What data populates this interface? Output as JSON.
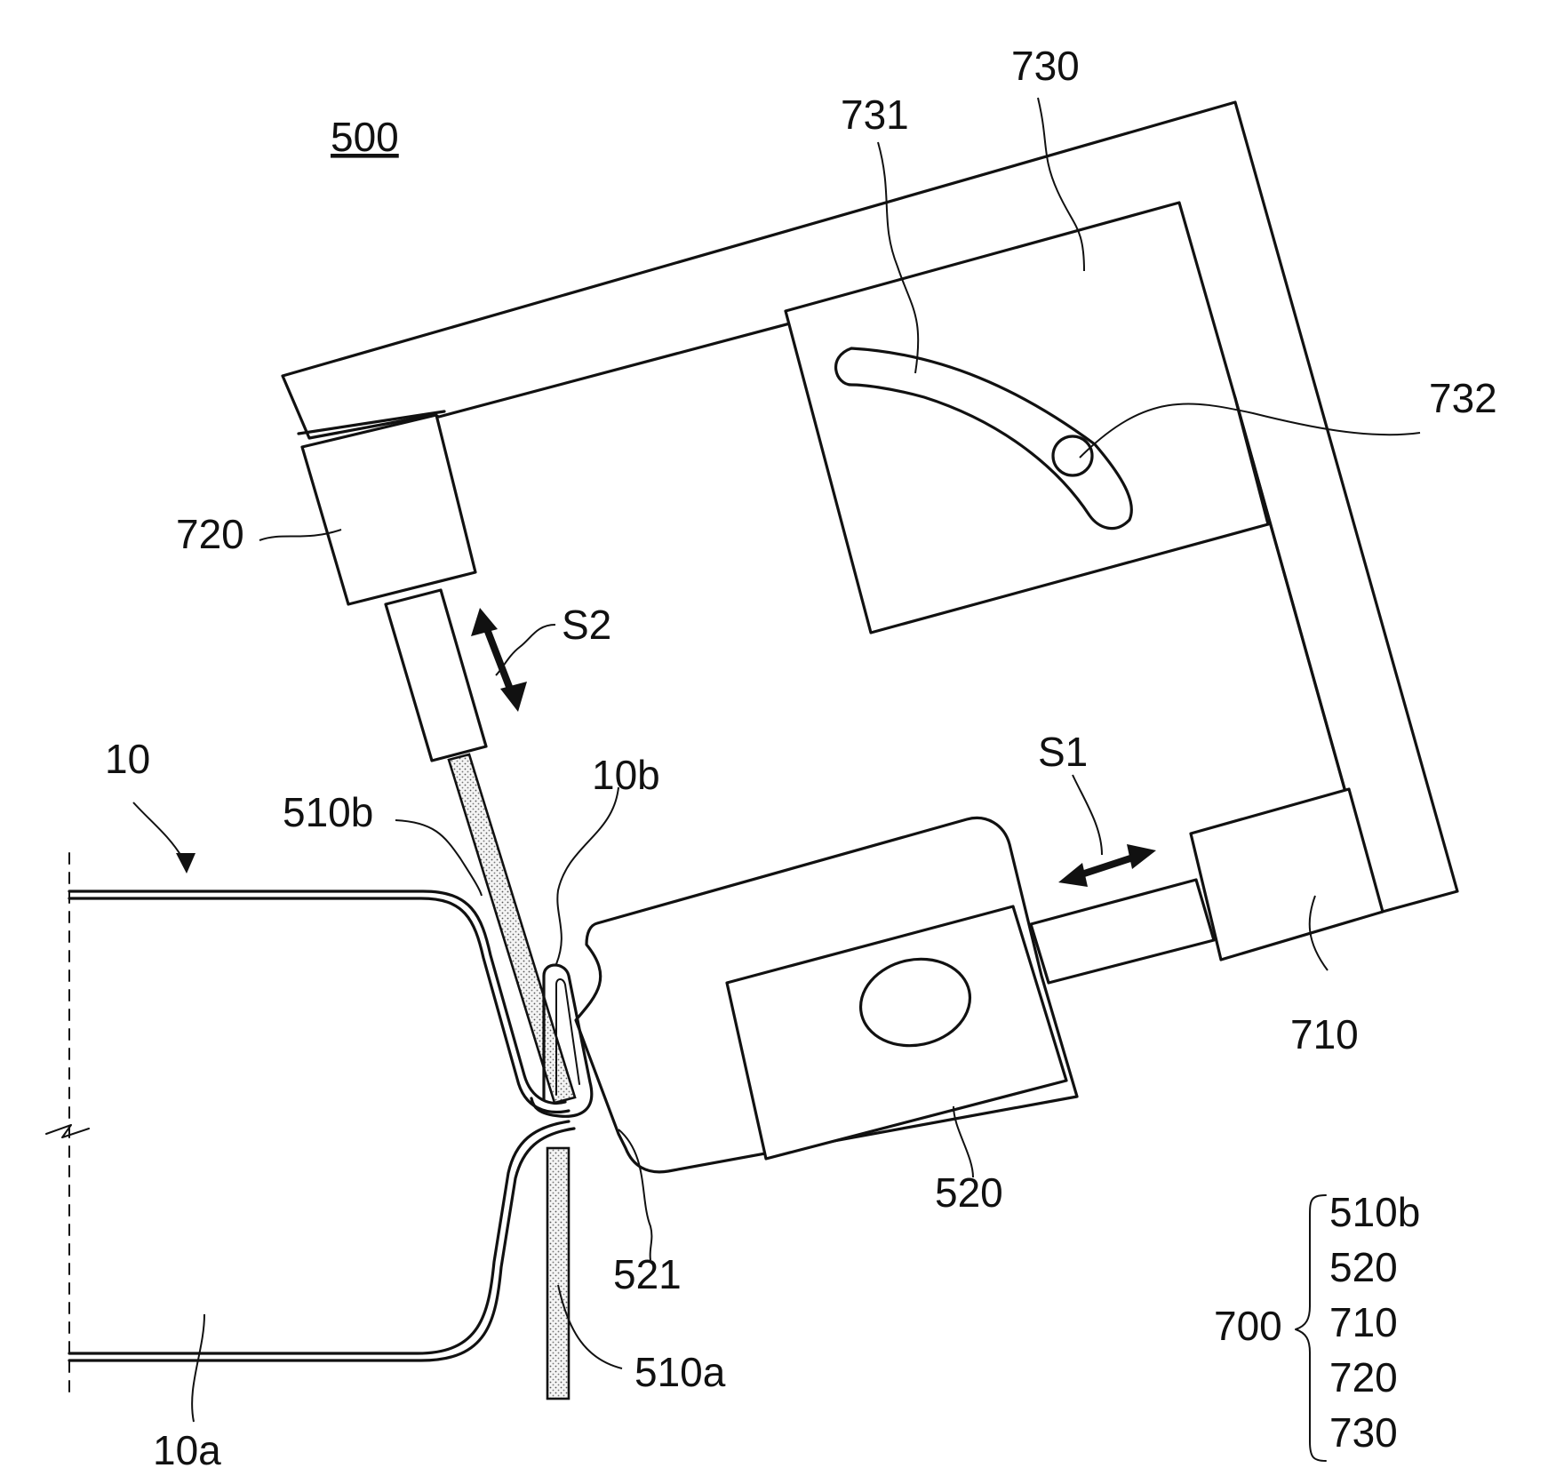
{
  "title": "500",
  "labels": {
    "l730": "730",
    "l731": "731",
    "l732": "732",
    "l720": "720",
    "lS2": "S2",
    "lS1": "S1",
    "l10": "10",
    "l10b": "10b",
    "l510b": "510b",
    "l710": "710",
    "l520": "520",
    "l521": "521",
    "l510a": "510a",
    "l10a": "10a"
  },
  "legend": {
    "group": "700",
    "members": [
      "510b",
      "520",
      "710",
      "720",
      "730"
    ]
  }
}
